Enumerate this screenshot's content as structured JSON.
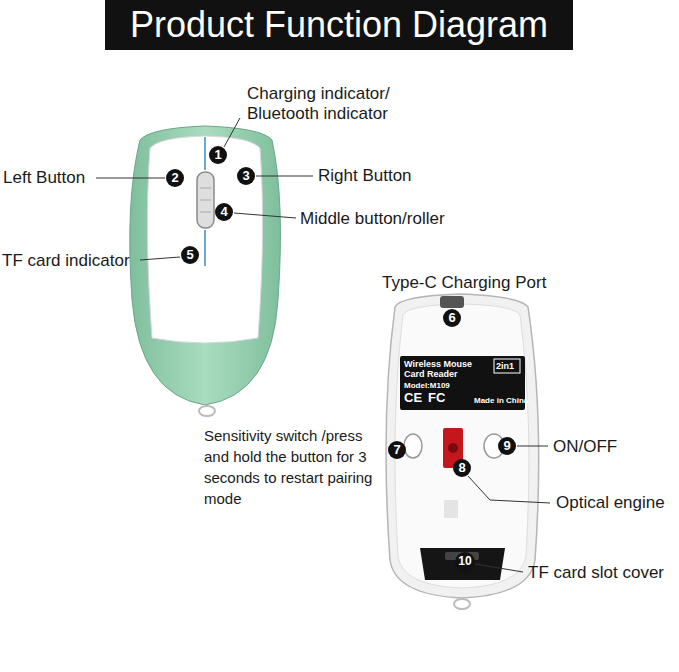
{
  "diagram": {
    "title": "Product Function Diagram",
    "labels": [
      "Charging indicator/ Bluetooth indicator",
      "1",
      "Left Button",
      "2",
      "3",
      "Right Button",
      "4",
      "Middle button/roller",
      "TF card indicator",
      "5",
      "Type-C Charging Port",
      "6",
      "Wireless Mouse Card Reader",
      "2in1",
      "Model:M109",
      "CE",
      "FC",
      "Made in China",
      "Sensitivity switch /press and hold the button for 3 seconds to restart pairing mode",
      "7",
      "8",
      "ON/OFF",
      "9",
      "Optical engine",
      "10",
      "TF card slot cover"
    ]
  }
}
